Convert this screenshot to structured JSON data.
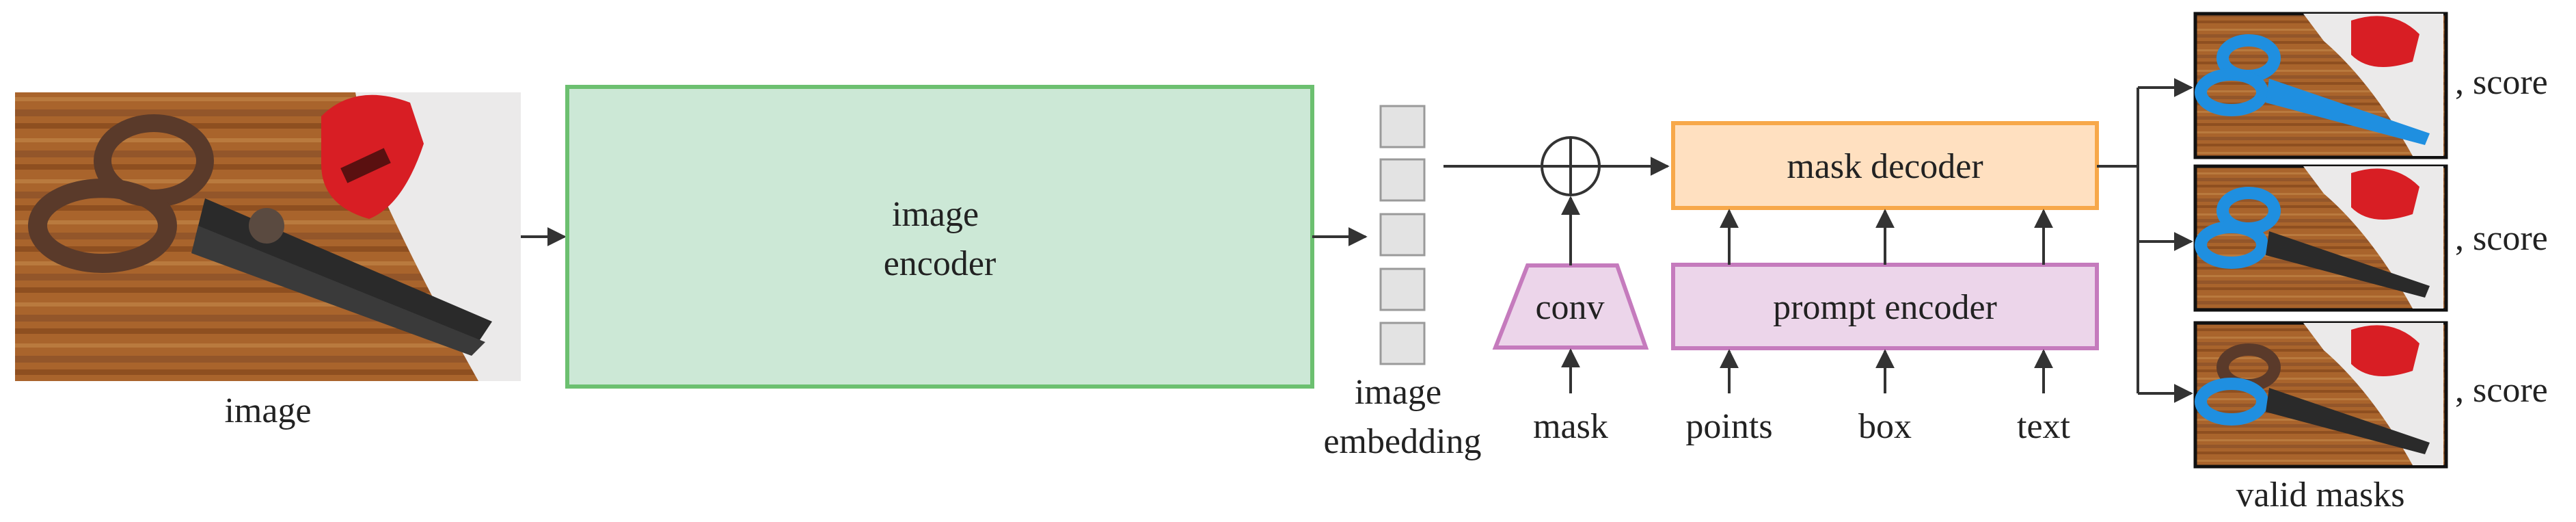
{
  "labels": {
    "image": "image",
    "image_encoder": [
      "image",
      "encoder"
    ],
    "image_embedding": [
      "image",
      "embedding"
    ],
    "conv": "conv",
    "mask": "mask",
    "mask_decoder": "mask decoder",
    "prompt_encoder": "prompt encoder",
    "points": "points",
    "box": "box",
    "text": "text",
    "valid_masks": "valid masks",
    "score": ", score"
  },
  "outputs": [
    {
      "score_label": ", score"
    },
    {
      "score_label": ", score"
    },
    {
      "score_label": ", score"
    }
  ],
  "colors": {
    "encoder_fill": "#cce8d6",
    "encoder_stroke": "#6cc070",
    "decoder_fill": "#ffe0c0",
    "decoder_stroke": "#f7a84a",
    "prompt_fill": "#ecd5ea",
    "prompt_stroke": "#c57bbd",
    "embedding_fill": "#e3e3e3",
    "embedding_stroke": "#9a9a9a",
    "arrow": "#333333",
    "mask_blue": "#1f8fe0"
  }
}
